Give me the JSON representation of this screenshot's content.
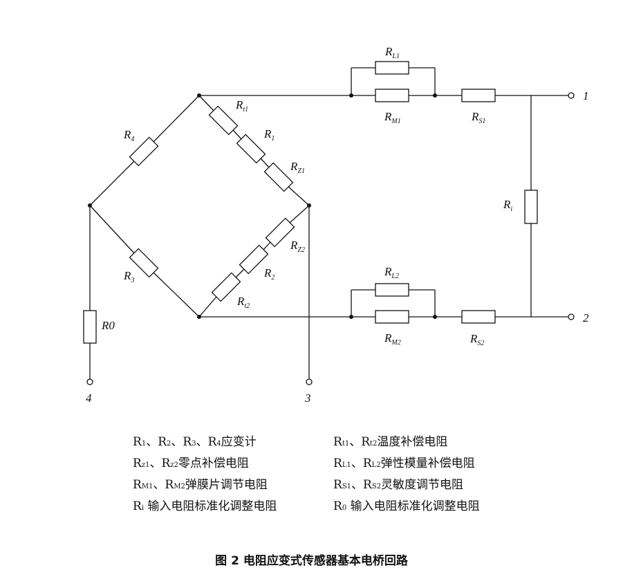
{
  "diagram": {
    "resistors": {
      "R4": {
        "main": "R",
        "sub": "4"
      },
      "R3": {
        "main": "R",
        "sub": "3"
      },
      "Rt1": {
        "main": "R",
        "sub": "t1"
      },
      "R1": {
        "main": "R",
        "sub": "1"
      },
      "RZ1": {
        "main": "R",
        "sub": "Z1"
      },
      "RZ2": {
        "main": "R",
        "sub": "Z2"
      },
      "R2": {
        "main": "R",
        "sub": "2"
      },
      "Rt2": {
        "main": "R",
        "sub": "t2"
      },
      "RL1": {
        "main": "R",
        "sub": "L1"
      },
      "RM1": {
        "main": "R",
        "sub": "M1"
      },
      "RS1": {
        "main": "R",
        "sub": "S1"
      },
      "RL2": {
        "main": "R",
        "sub": "L2"
      },
      "RM2": {
        "main": "R",
        "sub": "M2"
      },
      "RS2": {
        "main": "R",
        "sub": "S2"
      },
      "Ri": {
        "main": "R",
        "sub": "i"
      },
      "R0": {
        "main": "R0",
        "sub": ""
      }
    },
    "terminals": {
      "t1": "1",
      "t2": "2",
      "t3": "3",
      "t4": "4"
    }
  },
  "legend": {
    "l1": {
      "r1": "R",
      "s1": "1",
      "sep1": "、",
      "r2": "R",
      "s2": "2",
      "sep2": "、",
      "r3": "R",
      "s3": "3",
      "sep3": "、",
      "r4": "R",
      "s4": "4",
      "text": "应变计"
    },
    "l2": {
      "r1": "R",
      "s1": "t1",
      "sep1": "、",
      "r2": "R",
      "s2": "t2",
      "text": "温度补偿电阻"
    },
    "l3": {
      "r1": "R",
      "s1": "z1",
      "sep1": "、",
      "r2": "R",
      "s2": "z2",
      "text": "零点补偿电阻"
    },
    "l4": {
      "r1": "R",
      "s1": "L1",
      "sep1": "、",
      "r2": "R",
      "s2": "L2",
      "text": "弹性模量补偿电阻"
    },
    "l5": {
      "r1": "R",
      "s1": "M1",
      "sep1": "、",
      "r2": "R",
      "s2": "M2",
      "text": "弹膜片调节电阻"
    },
    "l6": {
      "r1": "R",
      "s1": "S1",
      "sep1": "、",
      "r2": "R",
      "s2": "S2",
      "text": "灵敏度调节电阻"
    },
    "l7": {
      "r1": "R",
      "s1": "i",
      "text": " 输入电阻标准化调整电阻"
    },
    "l8": {
      "r1": "R",
      "s1": "0",
      "text": " 输入电阻标准化调整电阻"
    }
  },
  "caption": "图 2  电阻应变式传感器基本电桥回路"
}
